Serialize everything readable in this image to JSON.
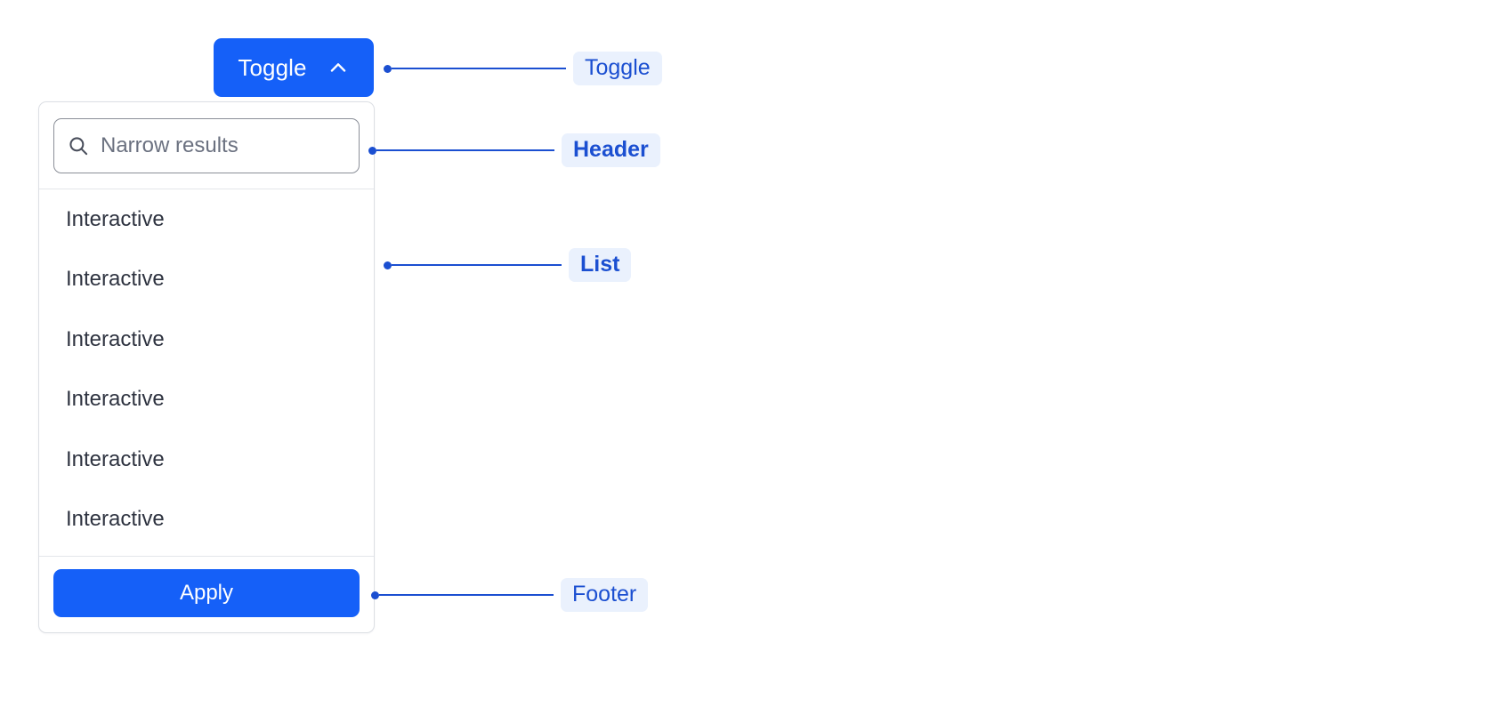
{
  "toggle": {
    "label": "Toggle",
    "icon": "chevron-up-icon",
    "background_color": "#1560f8",
    "text_color": "#ffffff",
    "expanded": "true"
  },
  "panel": {
    "header": {
      "search": {
        "icon": "search-icon",
        "placeholder": "Narrow results",
        "value": ""
      }
    },
    "list": {
      "items": [
        {
          "label": "Interactive"
        },
        {
          "label": "Interactive"
        },
        {
          "label": "Interactive"
        },
        {
          "label": "Interactive"
        },
        {
          "label": "Interactive"
        },
        {
          "label": "Interactive"
        }
      ]
    },
    "footer": {
      "apply_label": "Apply",
      "background_color": "#1560f8",
      "text_color": "#ffffff"
    }
  },
  "annotations": [
    {
      "id": "toggle",
      "label": "Toggle",
      "target": "toggle-button"
    },
    {
      "id": "header",
      "label": "Header",
      "target": "panel-header"
    },
    {
      "id": "list",
      "label": "List",
      "target": "panel-list"
    },
    {
      "id": "footer",
      "label": "Footer",
      "target": "panel-footer"
    }
  ],
  "colors": {
    "accent_blue": "#1560f8",
    "annotation_blue": "#1b4fd1",
    "annotation_chip_bg": "#eaf1fd",
    "panel_border": "#dcdfe4",
    "input_border": "#8b8f98",
    "list_text": "#2e3340",
    "placeholder_text": "#6b7180",
    "page_background": "#ffffff"
  }
}
